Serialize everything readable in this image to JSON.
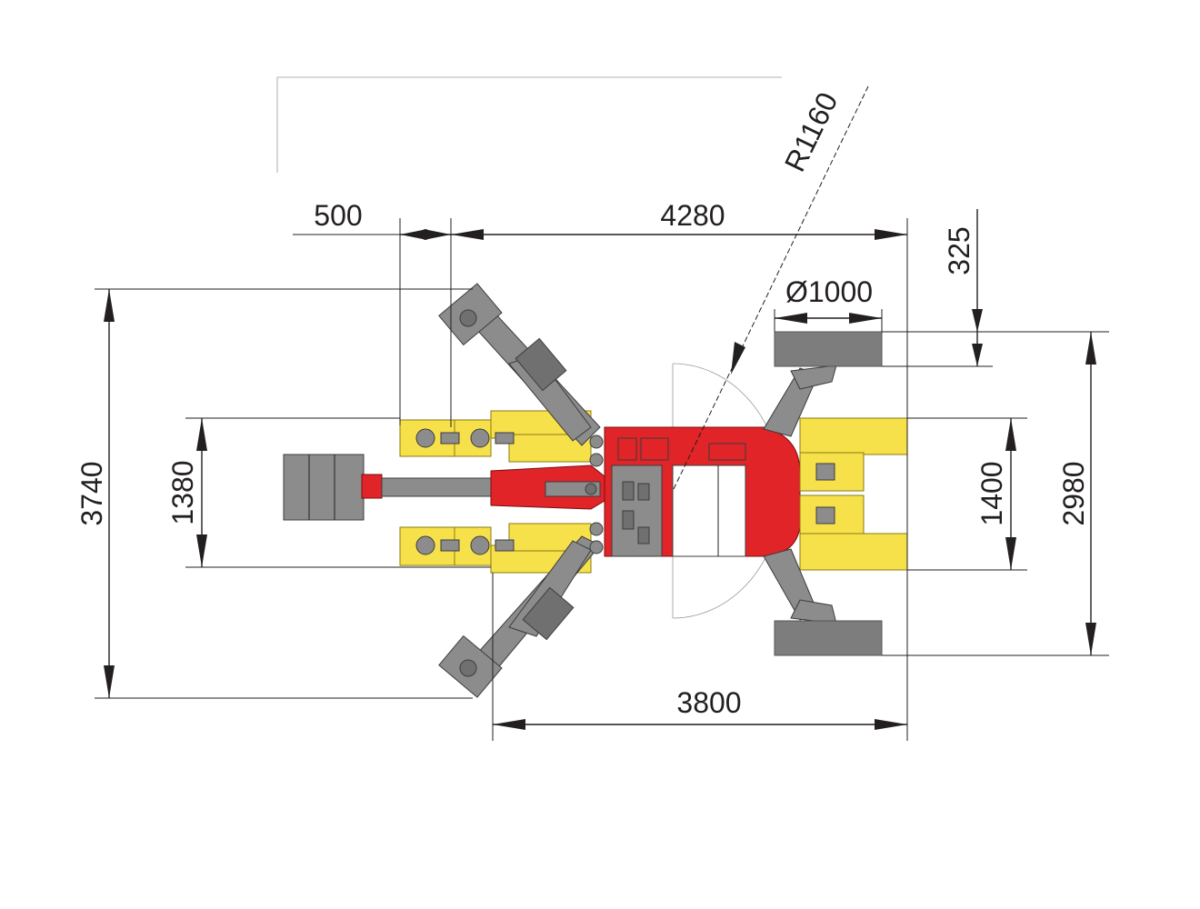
{
  "diagram": {
    "dimensions": {
      "outrigger_offset": "500",
      "overall_length": "4280",
      "swing_radius": "R1160",
      "pad_diameter": "Ø1000",
      "pad_offset": "325",
      "overall_width": "3740",
      "track_width_rear": "1380",
      "track_width_front": "1400",
      "outrigger_span": "2980",
      "wheelbase_span": "3800"
    },
    "colors": {
      "chassis": "#e02428",
      "outriggers": "#f7e14a",
      "steel": "#8c8c8c",
      "pads": "#7d7d7d",
      "lines": "#231f20"
    }
  }
}
